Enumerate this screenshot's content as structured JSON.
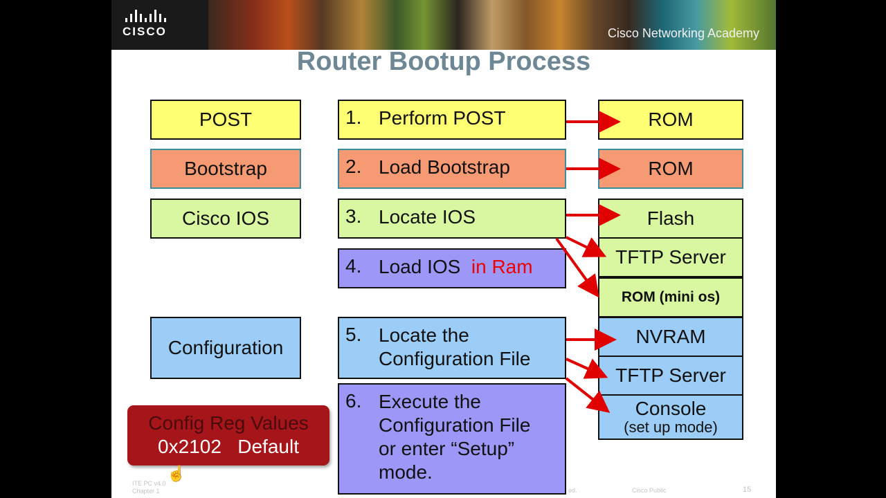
{
  "banner": {
    "logo_text": "CISCO",
    "academy_text": "Cisco Networking Academy"
  },
  "title": "Router Bootup Process",
  "left_column": {
    "post": "POST",
    "bootstrap": "Bootstrap",
    "cisco_ios": "Cisco IOS",
    "configuration": "Configuration"
  },
  "steps": {
    "s1": {
      "num": "1.",
      "text": "Perform POST"
    },
    "s2": {
      "num": "2.",
      "text": "Load Bootstrap"
    },
    "s3": {
      "num": "3.",
      "text": "Locate IOS"
    },
    "s4": {
      "num": "4.",
      "text": "Load IOS",
      "highlight": "in Ram"
    },
    "s5": {
      "num": "5.",
      "line1": "Locate the",
      "line2": "Configuration File"
    },
    "s6": {
      "num": "6.",
      "line1": "Execute the",
      "line2": "Configuration File",
      "line3": "or enter “Setup”",
      "line4": "mode."
    }
  },
  "sources": {
    "rom1": "ROM",
    "rom2": "ROM",
    "flash": "Flash",
    "tftp1": "TFTP Server",
    "rom_mini": "ROM (mini os)",
    "nvram": "NVRAM",
    "tftp2": "TFTP Server",
    "console": "Console",
    "console_sub": "(set up mode)"
  },
  "config_reg": {
    "line1": "Config Reg Values",
    "value": "0x2102",
    "label": "Default"
  },
  "footer": {
    "left1": "ITE PC v4.0",
    "left2": "Chapter 1",
    "center": "ed.",
    "right": "Cisco Public",
    "page": "15"
  },
  "colors": {
    "arrow": "#e00000",
    "title": "#6e8794"
  }
}
